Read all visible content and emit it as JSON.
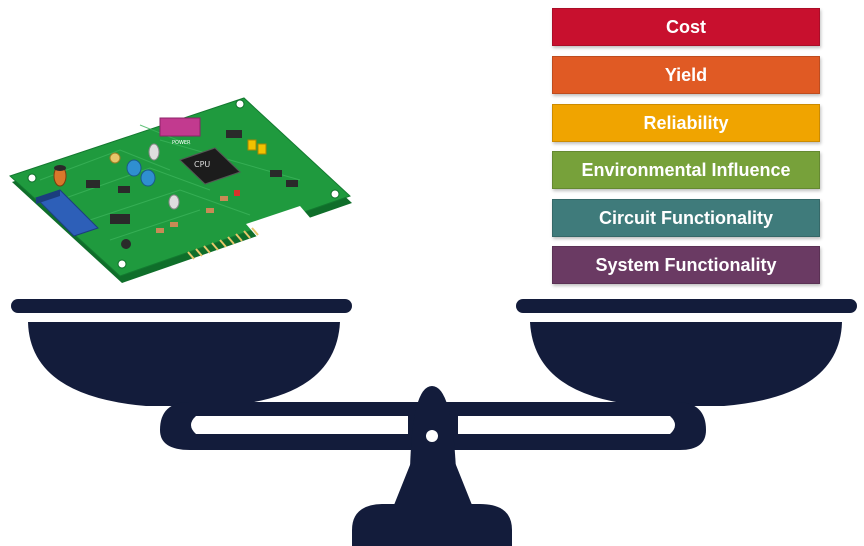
{
  "factors": [
    {
      "label": "Cost",
      "color": "#c8102e"
    },
    {
      "label": "Yield",
      "color": "#e05a24"
    },
    {
      "label": "Reliability",
      "color": "#f0a400"
    },
    {
      "label": "Environmental Influence",
      "color": "#77a13a"
    },
    {
      "label": "Circuit Functionality",
      "color": "#3f7b7b"
    },
    {
      "label": "System Functionality",
      "color": "#6a3a63"
    }
  ],
  "pcb": {
    "cpu_label": "CPU",
    "power_label": "POWER"
  },
  "colors": {
    "scale": "#131c3b",
    "pcb_green": "#1f9a3e",
    "pcb_dark": "#157a2f"
  }
}
